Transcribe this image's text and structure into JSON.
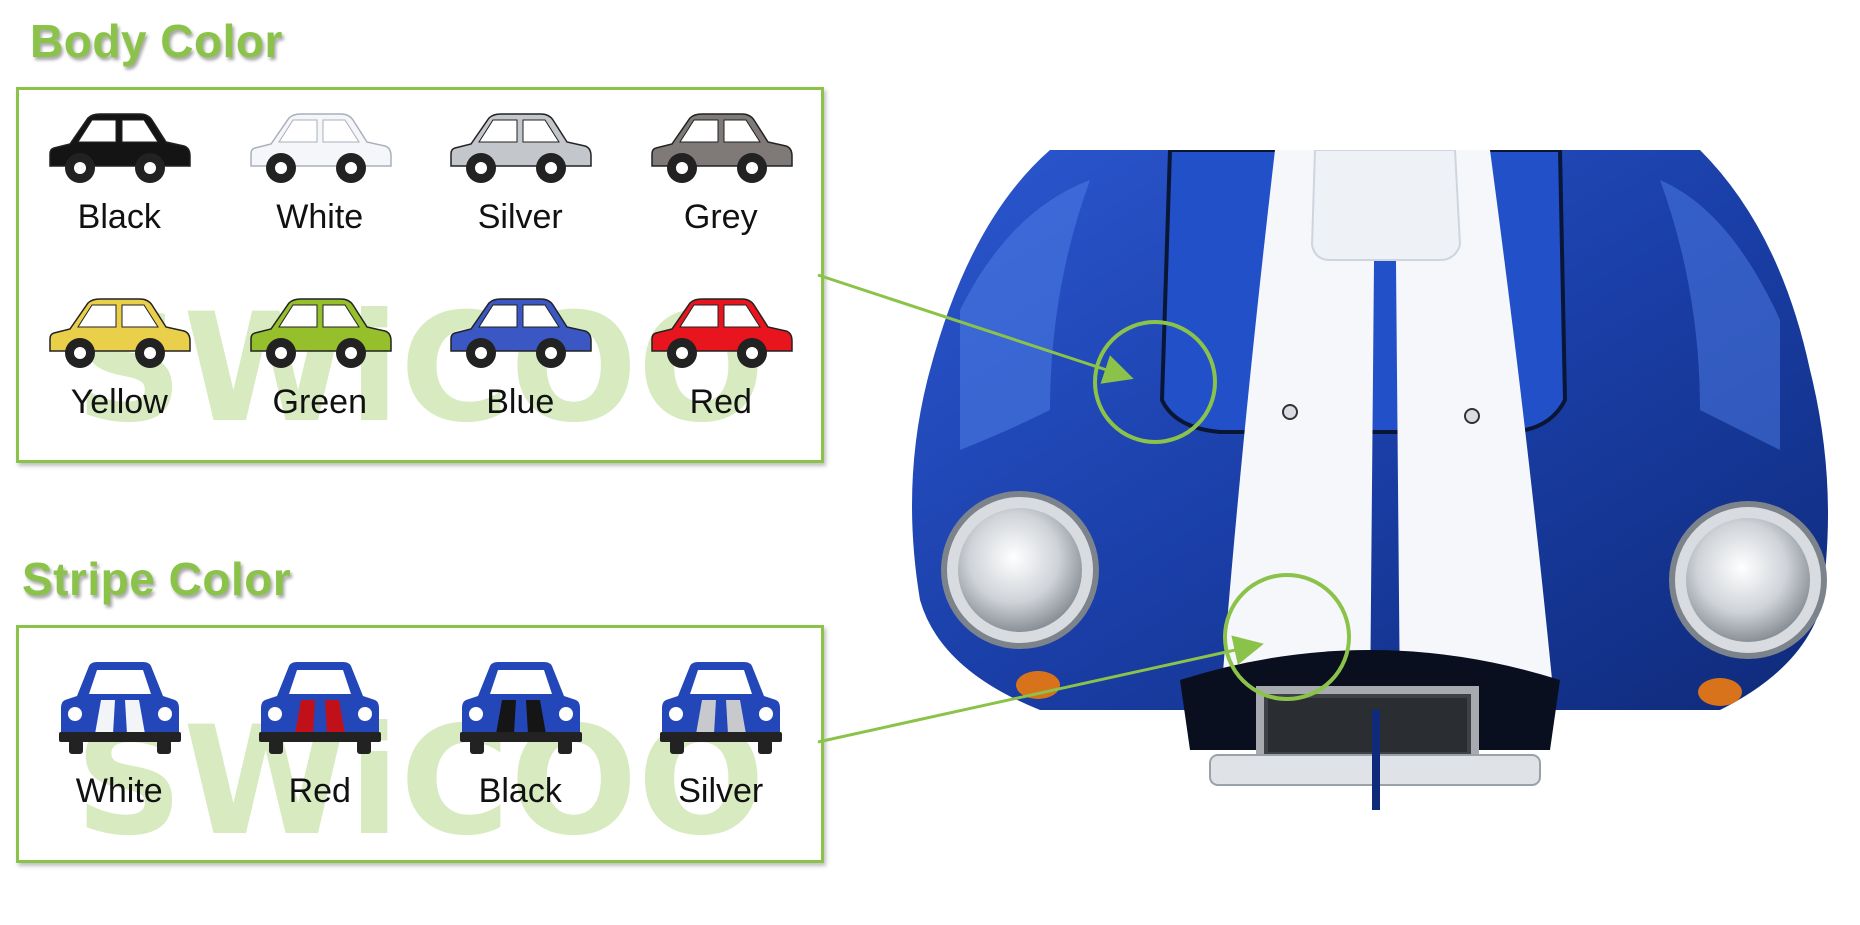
{
  "body_color": {
    "title": "Body Color",
    "options": [
      {
        "label": "Black",
        "color": "#141414"
      },
      {
        "label": "White",
        "color": "#f4f6fa"
      },
      {
        "label": "Silver",
        "color": "#c3c6cb"
      },
      {
        "label": "Grey",
        "color": "#7f7a78"
      },
      {
        "label": "Yellow",
        "color": "#ead04a"
      },
      {
        "label": "Green",
        "color": "#95c02c"
      },
      {
        "label": "Blue",
        "color": "#3a57c4"
      },
      {
        "label": "Red",
        "color": "#e8141e"
      }
    ]
  },
  "stripe_color": {
    "title": "Stripe Color",
    "options": [
      {
        "label": "White",
        "color": "#f2f4f8"
      },
      {
        "label": "Red",
        "color": "#c0111b"
      },
      {
        "label": "Black",
        "color": "#151515"
      },
      {
        "label": "Silver",
        "color": "#c7c9cd"
      }
    ]
  },
  "watermark_text": "SWiCOO",
  "colors": {
    "accent": "#8bc34a",
    "car_body": "#2347b8",
    "stripe": "#f5f7fb"
  }
}
